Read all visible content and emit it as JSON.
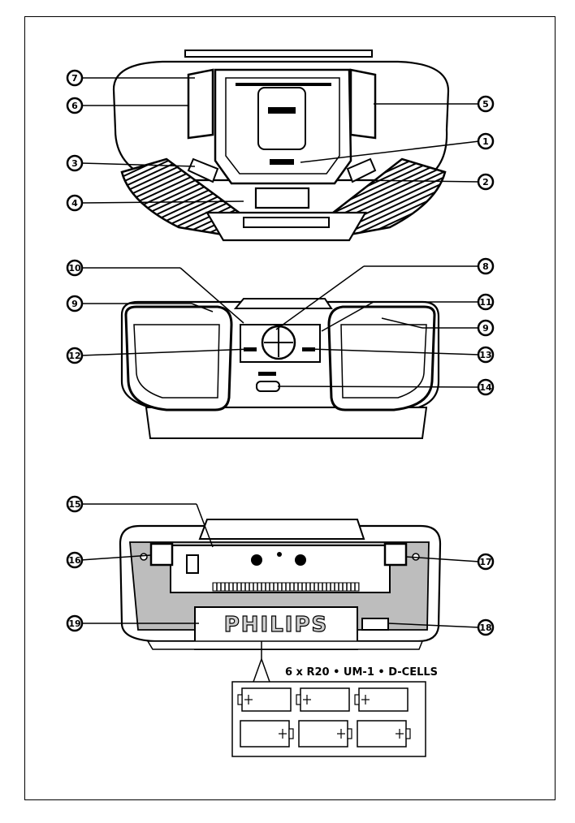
{
  "callouts": {
    "c1": "1",
    "c2": "2",
    "c3": "3",
    "c4": "4",
    "c5": "5",
    "c6": "6",
    "c7": "7",
    "c8": "8",
    "c9": "9",
    "c10": "10",
    "c11": "11",
    "c12": "12",
    "c13": "13",
    "c14": "14",
    "c15": "15",
    "c16": "16",
    "c17": "17",
    "c18": "18",
    "c19": "19"
  },
  "rear_panel": {
    "brand": "PHILIPS",
    "battery_spec": "6 x R20 • UM-1 • D-CELLS"
  }
}
